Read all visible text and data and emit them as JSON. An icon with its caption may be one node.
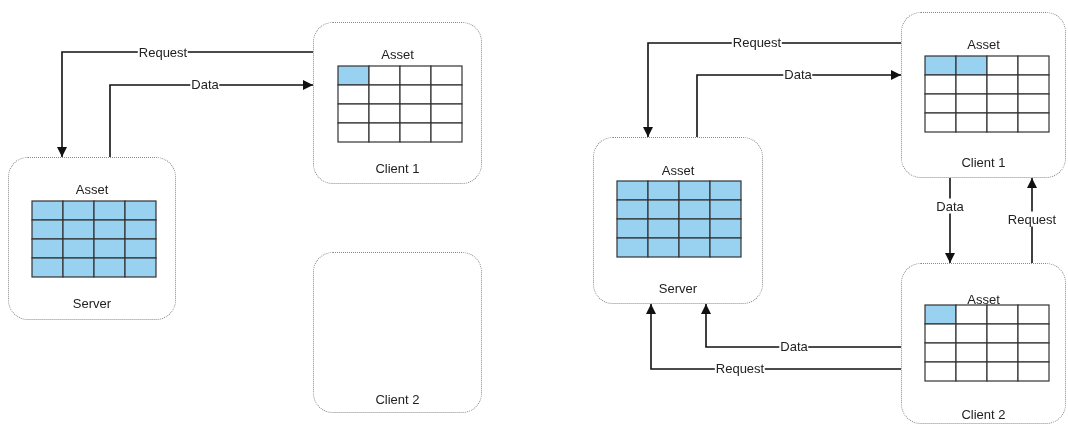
{
  "diagram": {
    "nodes": [
      {
        "text": [
          "Asset",
          "Server"
        ]
      },
      {
        "text": [
          "Asset",
          "Client 1"
        ]
      },
      {
        "text": [
          "Client 2"
        ]
      },
      {
        "text": [
          "Asset",
          "Server"
        ]
      },
      {
        "text": [
          "Asset",
          "Client 1"
        ]
      },
      {
        "text": [
          "Asset",
          "Client 2"
        ]
      }
    ],
    "edges": [
      {
        "from": 1,
        "to": 0,
        "arrow": "to",
        "label": "Request"
      },
      {
        "from": 0,
        "to": 1,
        "arrow": "to",
        "label": "Data"
      },
      {
        "from": 4,
        "to": 3,
        "arrow": "to",
        "label": "Request"
      },
      {
        "from": 3,
        "to": 4,
        "arrow": "to",
        "label": "Data"
      },
      {
        "from": 4,
        "to": 5,
        "arrow": "to",
        "label": "Data"
      },
      {
        "from": 5,
        "to": 4,
        "arrow": "to",
        "label": "Request"
      },
      {
        "from": 5,
        "to": 3,
        "arrow": "to",
        "label": "Data"
      },
      {
        "from": 5,
        "to": 3,
        "arrow": "to",
        "label": "Request"
      }
    ]
  }
}
